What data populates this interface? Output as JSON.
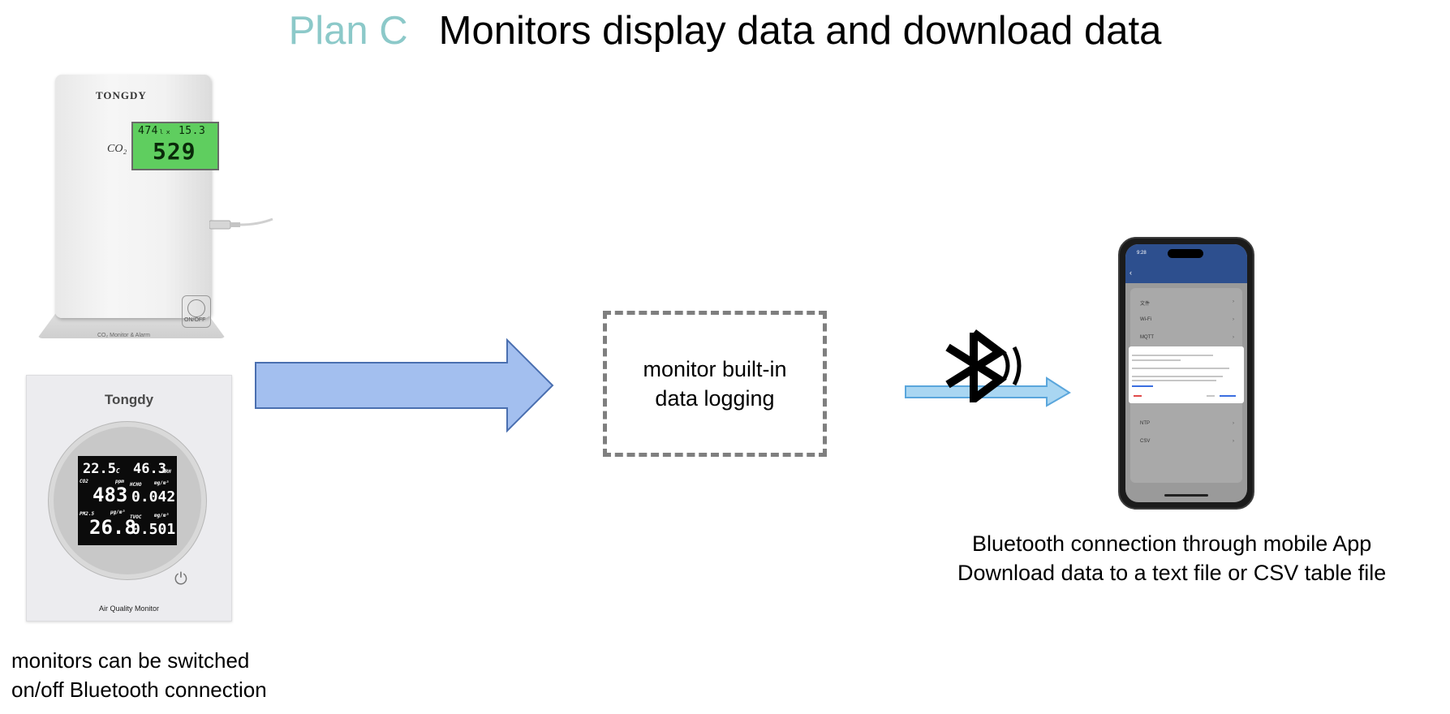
{
  "title": {
    "plan": "Plan C",
    "main": "Monitors display data and download data"
  },
  "co2_monitor": {
    "brand": "TONGDY",
    "label": "CO₂",
    "lcd_line1": "474ₗₓ 15.3",
    "lcd_line2": "529",
    "button_text": "ON/OFF",
    "footer": "CO₂ Monitor & Alarm"
  },
  "air_quality_monitor": {
    "brand": "Tongdy",
    "readings": {
      "temp": "22.5",
      "temp_unit": "°C",
      "humidity": "46.3",
      "humidity_unit": "%RH",
      "co2_tag": "CO2",
      "co2_unit": "ppm",
      "co2": "483",
      "hcho_tag": "HCHO",
      "hcho_unit": "mg/m³",
      "hcho": "0.042",
      "pm25_tag": "PM2.5",
      "pm25_unit": "μg/m³",
      "pm25": "26.8",
      "tvoc_tag": "TVOC",
      "tvoc_unit": "mg/m³",
      "tvoc": "0.501"
    },
    "label": "Air Quality Monitor"
  },
  "caption_left": {
    "line1": "monitors can be switched",
    "line2": "on/off Bluetooth connection"
  },
  "logging_box": {
    "line1": "monitor built-in",
    "line2": "data logging"
  },
  "phone": {
    "time": "9:28",
    "rows": [
      "文件",
      "Wi-Fi",
      "MQTT",
      "NTP",
      "CSV"
    ]
  },
  "caption_right": {
    "line1": "Bluetooth connection through mobile App",
    "line2": "Download data to a text file or CSV table file"
  },
  "colors": {
    "plan_accent": "#8cc9c9",
    "big_arrow_fill": "#a3bfef",
    "big_arrow_stroke": "#4a6fb0",
    "bt_arrow_fill": "#a9d6f2",
    "bt_arrow_stroke": "#5aa6dc",
    "dashed_border": "#7f7f7f",
    "phone_header": "#2d4f8e"
  },
  "icons": {
    "bluetooth": "bluetooth-icon",
    "power": "power-icon",
    "arrow": "arrow-right-icon"
  }
}
